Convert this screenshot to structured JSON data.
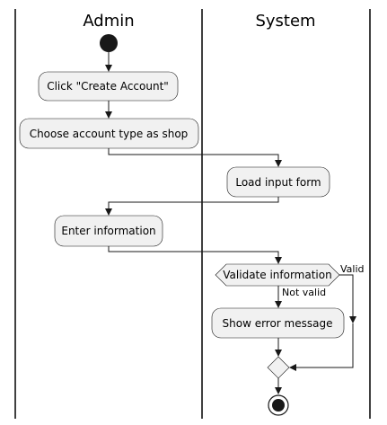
{
  "lanes": {
    "left": "Admin",
    "right": "System"
  },
  "actions": {
    "click_create": "Click \"Create Account\"",
    "choose_type": "Choose account type as shop",
    "load_form": "Load input form",
    "enter_info": "Enter information",
    "validate": "Validate information",
    "show_error": "Show error message"
  },
  "branches": {
    "valid": "Valid",
    "not_valid": "Not valid"
  },
  "colors": {
    "node_fill": "#f1f1f1",
    "stroke": "#181818"
  }
}
